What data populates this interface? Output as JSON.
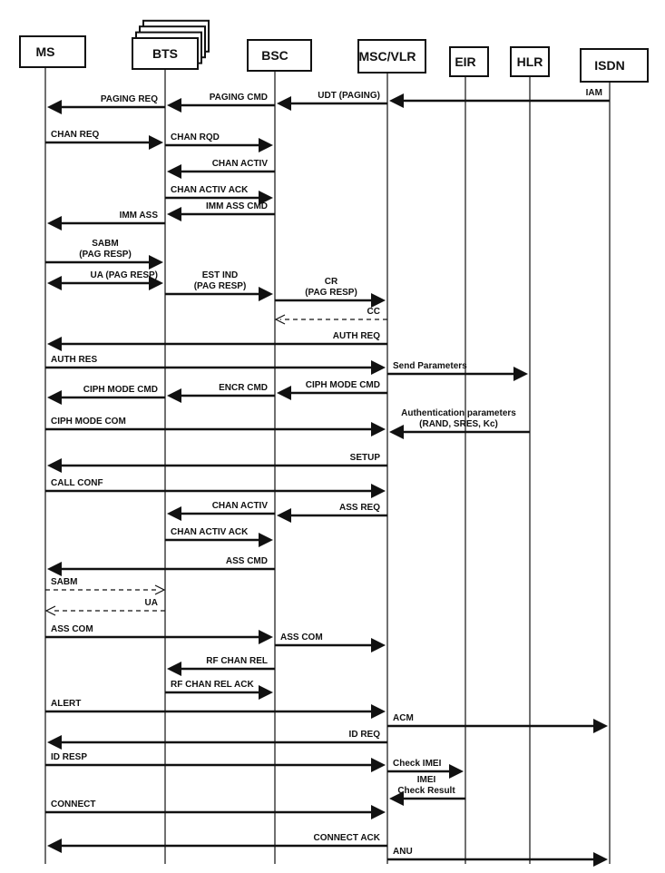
{
  "entities": [
    {
      "id": "ms",
      "label": "MS"
    },
    {
      "id": "bts",
      "label": "BTS"
    },
    {
      "id": "bsc",
      "label": "BSC"
    },
    {
      "id": "msc",
      "label": "MSC/VLR"
    },
    {
      "id": "eir",
      "label": "EIR"
    },
    {
      "id": "hlr",
      "label": "HLR"
    },
    {
      "id": "isdn",
      "label": "ISDN"
    }
  ],
  "messages": [
    {
      "from": "isdn",
      "to": "msc",
      "lines": [
        "IAM"
      ]
    },
    {
      "from": "msc",
      "to": "bsc",
      "lines": [
        "UDT (PAGING)"
      ]
    },
    {
      "from": "bsc",
      "to": "bts",
      "lines": [
        "PAGING CMD"
      ]
    },
    {
      "from": "bts",
      "to": "ms",
      "lines": [
        "PAGING REQ"
      ]
    },
    {
      "from": "ms",
      "to": "bts",
      "lines": [
        "CHAN REQ"
      ]
    },
    {
      "from": "bts",
      "to": "bsc",
      "lines": [
        "CHAN RQD"
      ]
    },
    {
      "from": "bsc",
      "to": "bts",
      "lines": [
        "CHAN ACTIV"
      ]
    },
    {
      "from": "bts",
      "to": "bsc",
      "lines": [
        "CHAN ACTIV ACK"
      ]
    },
    {
      "from": "bsc",
      "to": "bts",
      "lines": [
        "IMM ASS CMD"
      ]
    },
    {
      "from": "bts",
      "to": "ms",
      "lines": [
        "IMM ASS"
      ]
    },
    {
      "from": "ms",
      "to": "bts",
      "lines": [
        "SABM",
        "(PAG RESP)"
      ]
    },
    {
      "from": "bts",
      "to": "ms",
      "lines": [
        "UA (PAG RESP)"
      ],
      "both": true
    },
    {
      "from": "bts",
      "to": "bsc",
      "lines": [
        "EST IND",
        "(PAG RESP)"
      ]
    },
    {
      "from": "bsc",
      "to": "msc",
      "lines": [
        "CR",
        "(PAG RESP)"
      ]
    },
    {
      "from": "msc",
      "to": "bsc",
      "lines": [
        "CC"
      ],
      "dashed": true
    },
    {
      "from": "msc",
      "to": "ms",
      "lines": [
        "AUTH REQ"
      ]
    },
    {
      "from": "ms",
      "to": "msc",
      "lines": [
        "AUTH RES"
      ]
    },
    {
      "from": "msc",
      "to": "hlr",
      "lines": [
        "Send Parameters"
      ]
    },
    {
      "from": "msc",
      "to": "bsc",
      "lines": [
        "CIPH MODE CMD"
      ]
    },
    {
      "from": "bsc",
      "to": "bts",
      "lines": [
        "ENCR CMD"
      ]
    },
    {
      "from": "bts",
      "to": "ms",
      "lines": [
        "CIPH MODE CMD"
      ]
    },
    {
      "from": "hlr",
      "to": "msc",
      "lines": [
        "Authentication parameters",
        "(RAND, SRES, Kc)"
      ]
    },
    {
      "from": "ms",
      "to": "msc",
      "lines": [
        "CIPH MODE COM"
      ]
    },
    {
      "from": "msc",
      "to": "ms",
      "lines": [
        "SETUP"
      ]
    },
    {
      "from": "ms",
      "to": "msc",
      "lines": [
        "CALL CONF"
      ]
    },
    {
      "from": "msc",
      "to": "bsc",
      "lines": [
        "ASS REQ"
      ]
    },
    {
      "from": "bsc",
      "to": "bts",
      "lines": [
        "CHAN ACTIV"
      ]
    },
    {
      "from": "bts",
      "to": "bsc",
      "lines": [
        "CHAN ACTIV ACK"
      ]
    },
    {
      "from": "bsc",
      "to": "ms",
      "lines": [
        "ASS CMD"
      ]
    },
    {
      "from": "ms",
      "to": "bts",
      "lines": [
        "SABM"
      ],
      "dashed": true
    },
    {
      "from": "bts",
      "to": "ms",
      "lines": [
        "UA"
      ],
      "dashed": true
    },
    {
      "from": "ms",
      "to": "bsc",
      "lines": [
        "ASS COM"
      ]
    },
    {
      "from": "bsc",
      "to": "msc",
      "lines": [
        "ASS COM"
      ]
    },
    {
      "from": "bsc",
      "to": "bts",
      "lines": [
        "RF CHAN REL"
      ]
    },
    {
      "from": "bts",
      "to": "bsc",
      "lines": [
        "RF CHAN REL ACK"
      ]
    },
    {
      "from": "ms",
      "to": "msc",
      "lines": [
        "ALERT"
      ]
    },
    {
      "from": "msc",
      "to": "isdn",
      "lines": [
        "ACM"
      ]
    },
    {
      "from": "msc",
      "to": "ms",
      "lines": [
        "ID REQ"
      ]
    },
    {
      "from": "ms",
      "to": "msc",
      "lines": [
        "ID RESP"
      ]
    },
    {
      "from": "msc",
      "to": "eir",
      "lines": [
        "Check IMEI"
      ]
    },
    {
      "from": "eir",
      "to": "msc",
      "lines": [
        "IMEI",
        "Check Result"
      ]
    },
    {
      "from": "ms",
      "to": "msc",
      "lines": [
        "CONNECT"
      ]
    },
    {
      "from": "msc",
      "to": "ms",
      "lines": [
        "CONNECT ACK"
      ]
    },
    {
      "from": "msc",
      "to": "isdn",
      "lines": [
        "ANU"
      ]
    }
  ]
}
